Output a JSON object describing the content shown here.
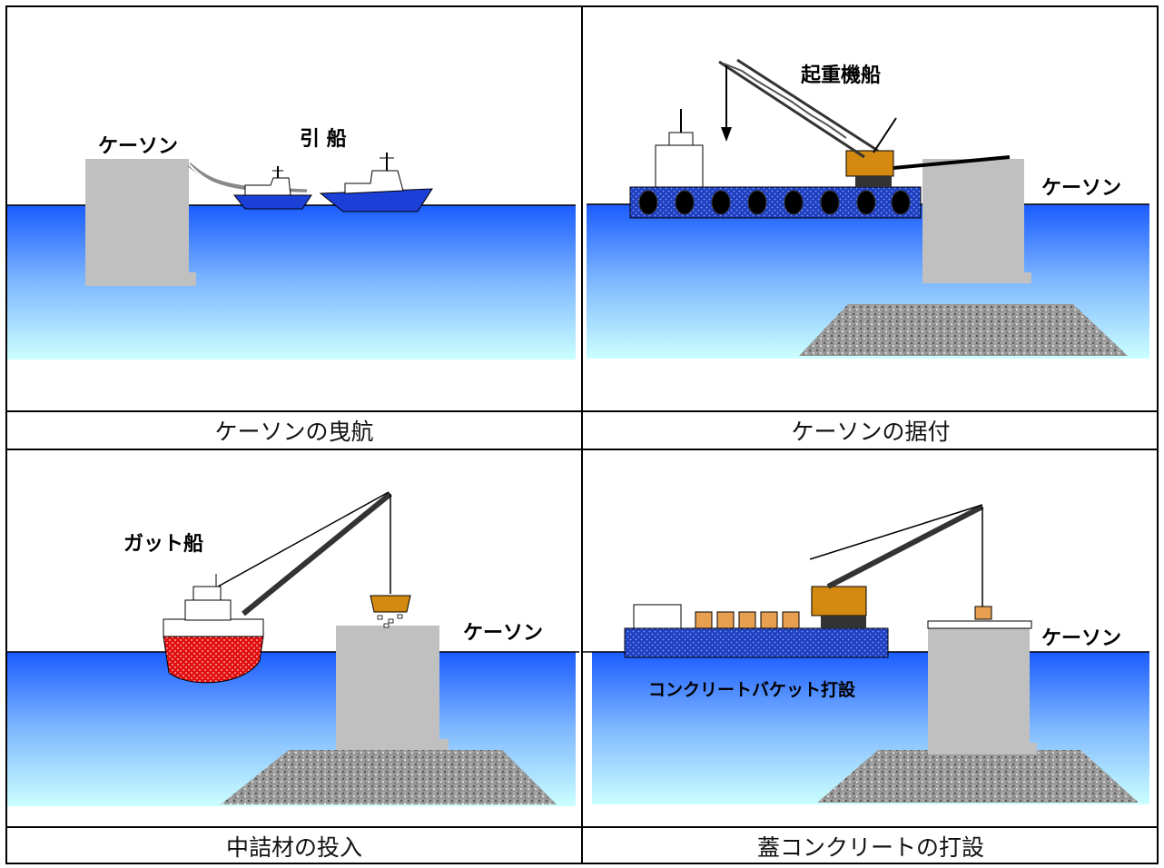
{
  "panels": [
    {
      "caption": "ケーソンの曳航",
      "labels": {
        "caisson": "ケーソン",
        "tug": "引 船"
      }
    },
    {
      "caption": "ケーソンの据付",
      "labels": {
        "caisson": "ケーソン",
        "crane_ship": "起重機船"
      }
    },
    {
      "caption": "中詰材の投入",
      "labels": {
        "caisson": "ケーソン",
        "grab_ship": "ガット船"
      }
    },
    {
      "caption": "蓋コンクリートの打設",
      "labels": {
        "caisson": "ケーソン",
        "bucket": "コンクリートバケット打設"
      }
    }
  ],
  "colors": {
    "sea_top": "#1a5cff",
    "sea_bottom": "#ccffff",
    "caisson": "#c0c0c0",
    "rubble": "#8a8a8a",
    "barge": "#1f3fbf",
    "crane": "#d48a10",
    "grab_hull": "#e01010"
  }
}
